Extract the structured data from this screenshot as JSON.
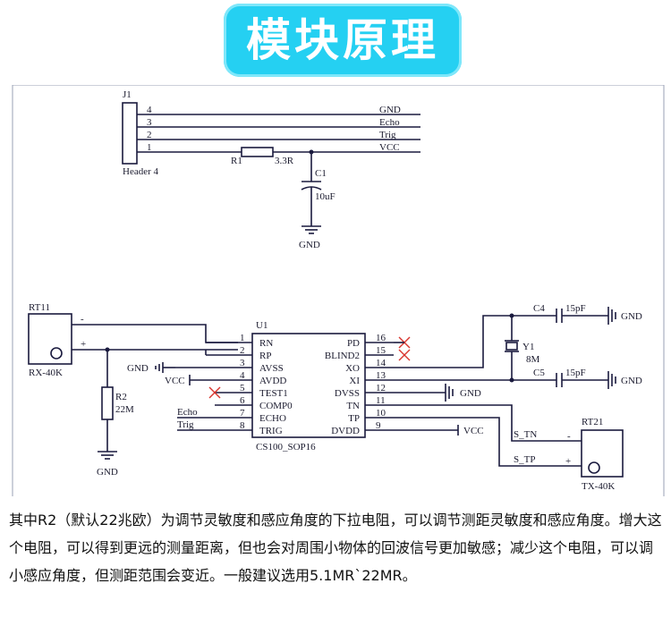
{
  "title": "模块原理图",
  "schematic": {
    "j1": {
      "ref": "J1",
      "name": "Header 4",
      "pins": [
        "4",
        "3",
        "2",
        "1"
      ],
      "nets": [
        "GND",
        "Echo",
        "Trig",
        "VCC"
      ]
    },
    "r1": {
      "ref": "R1",
      "value": "3.3R"
    },
    "c1": {
      "ref": "C1",
      "value": "10uF"
    },
    "gnd_label": "GND",
    "vcc_label": "VCC",
    "rt11": {
      "ref": "RT11",
      "name": "RX-40K",
      "minus": "-",
      "plus": "+"
    },
    "r2": {
      "ref": "R2",
      "value": "22M"
    },
    "u1": {
      "ref": "U1",
      "part": "CS100_SOP16",
      "left_pins": [
        {
          "num": "1",
          "name": "RN"
        },
        {
          "num": "2",
          "name": "RP"
        },
        {
          "num": "3",
          "name": "AVSS"
        },
        {
          "num": "4",
          "name": "AVDD"
        },
        {
          "num": "5",
          "name": "TEST1"
        },
        {
          "num": "6",
          "name": "COMP0"
        },
        {
          "num": "7",
          "name": "ECHO"
        },
        {
          "num": "8",
          "name": "TRIG"
        }
      ],
      "right_pins": [
        {
          "num": "16",
          "name": "PD"
        },
        {
          "num": "15",
          "name": "BLIND2"
        },
        {
          "num": "14",
          "name": "XO"
        },
        {
          "num": "13",
          "name": "XI"
        },
        {
          "num": "12",
          "name": "DVSS"
        },
        {
          "num": "11",
          "name": "TN"
        },
        {
          "num": "10",
          "name": "TP"
        },
        {
          "num": "9",
          "name": "DVDD"
        }
      ]
    },
    "echo_label": "Echo",
    "trig_label": "Trig",
    "c4": {
      "ref": "C4",
      "value": "15pF"
    },
    "c5": {
      "ref": "C5",
      "value": "15pF"
    },
    "y1": {
      "ref": "Y1",
      "value": "8M"
    },
    "s_tn": "S_TN",
    "s_tp": "S_TP",
    "rt21": {
      "ref": "RT21",
      "name": "TX-40K",
      "minus": "-",
      "plus": "+"
    }
  },
  "description": "其中R2（默认22兆欧）为调节灵敏度和感应角度的下拉电阻，可以调节测距灵敏度和感应角度。增大这个电阻，可以得到更远的测量距离，但也会对周围小物体的回波信号更加敏感；减少这个电阻，可以调小感应角度，但测距范围会变近。一般建议选用5.1MR`22MR。"
}
